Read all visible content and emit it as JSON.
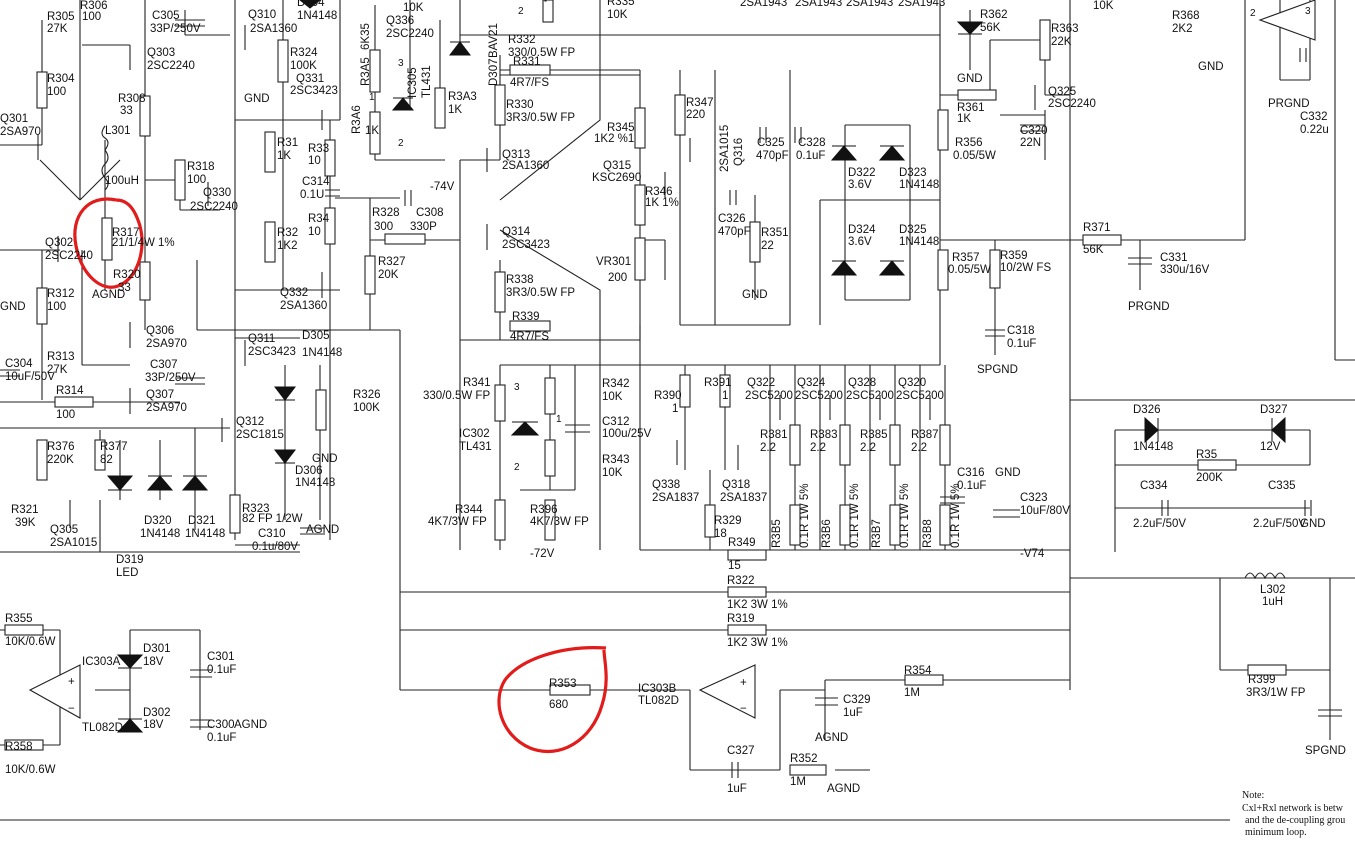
{
  "labels": [
    {
      "k": "R305",
      "v": "27K"
    },
    {
      "k": "R306",
      "v": "100"
    },
    {
      "k": "C305",
      "v": "33P/250V"
    },
    {
      "k": "Q310",
      "v": "2SA1360"
    },
    {
      "k": "D304",
      "v": "1N4148"
    },
    {
      "k": "Q336",
      "v": "2SC2240"
    },
    {
      "k": "R304",
      "v": "100"
    },
    {
      "k": "Q303",
      "v": "2SC2240"
    },
    {
      "k": "R308",
      "v": "33"
    },
    {
      "k": "L301",
      "v": "100uH"
    },
    {
      "k": "Q301",
      "v": "2SA970"
    },
    {
      "k": "R318",
      "v": "100"
    },
    {
      "k": "Q330",
      "v": "2SC2240"
    },
    {
      "k": "R317",
      "v": "21/1/4W 1%"
    },
    {
      "k": "Q302",
      "v": "2SC2240"
    },
    {
      "k": "R320",
      "v": "33"
    },
    {
      "k": "R312",
      "v": "100"
    },
    {
      "k": "Q306",
      "v": "2SA970"
    },
    {
      "k": "C307",
      "v": "33P/250V"
    },
    {
      "k": "R313",
      "v": "27K"
    },
    {
      "k": "C304",
      "v": "10uF/50V"
    },
    {
      "k": "R314",
      "v": "100"
    },
    {
      "k": "Q307",
      "v": "2SA970"
    },
    {
      "k": "R376",
      "v": "220K"
    },
    {
      "k": "R377",
      "v": "82"
    },
    {
      "k": "R321",
      "v": "39K"
    },
    {
      "k": "Q305",
      "v": "2SA1015"
    },
    {
      "k": "D319",
      "v": "LED"
    },
    {
      "k": "D320",
      "v": "1N4148"
    },
    {
      "k": "D321",
      "v": "1N4148"
    },
    {
      "k": "R324",
      "v": "100K"
    },
    {
      "k": "Q331",
      "v": "2SC3423"
    },
    {
      "k": "R31",
      "v": "1K"
    },
    {
      "k": "R32",
      "v": "1K2"
    },
    {
      "k": "R33",
      "v": "10"
    },
    {
      "k": "C314",
      "v": "0.1U"
    },
    {
      "k": "R34",
      "v": "10"
    },
    {
      "k": "Q332",
      "v": "2SA1360"
    },
    {
      "k": "Q311",
      "v": "2SC3423"
    },
    {
      "k": "D305",
      "v": "1N4148"
    },
    {
      "k": "Q312",
      "v": "2SC1815"
    },
    {
      "k": "D306",
      "v": "1N4148"
    },
    {
      "k": "R323",
      "v": "82 FP 1/2W"
    },
    {
      "k": "C310",
      "v": "0.1u/80V"
    },
    {
      "k": "R326",
      "v": "100K"
    },
    {
      "k": "R3A5",
      "v": "6K35"
    },
    {
      "k": "R3A6",
      "v": "1K"
    },
    {
      "k": "IC305",
      "v": "TL431"
    },
    {
      "k": "R3A3",
      "v": "1K"
    },
    {
      "k": "D307",
      "v": "BAV21"
    },
    {
      "k": "R328",
      "v": "300"
    },
    {
      "k": "C308",
      "v": "330P"
    },
    {
      "k": "R327",
      "v": "20K"
    },
    {
      "k": "R332",
      "v": "330/0.5W FP"
    },
    {
      "k": "R331",
      "v": "4R7/FS"
    },
    {
      "k": "R330",
      "v": "3R3/0.5W FP"
    },
    {
      "k": "Q313",
      "v": "2SA1360"
    },
    {
      "k": "Q314",
      "v": "2SC3423"
    },
    {
      "k": "R338",
      "v": "3R3/0.5W FP"
    },
    {
      "k": "R339",
      "v": "4R7/FS"
    },
    {
      "k": "R335",
      "v": "10K"
    },
    {
      "k": "R345",
      "v": "1K2 %1"
    },
    {
      "k": "R347",
      "v": "220"
    },
    {
      "k": "Q316",
      "v": "2SA1015"
    },
    {
      "k": "Q315",
      "v": "KSC2690"
    },
    {
      "k": "R346",
      "v": "1K 1%"
    },
    {
      "k": "VR301",
      "v": "200"
    },
    {
      "k": "C325",
      "v": "470pF"
    },
    {
      "k": "C328",
      "v": "0.1uF"
    },
    {
      "k": "C326",
      "v": "470pF"
    },
    {
      "k": "R351",
      "v": "22"
    },
    {
      "k": "R341",
      "v": "330/0.5W FP"
    },
    {
      "k": "IC302",
      "v": "TL431"
    },
    {
      "k": "R342",
      "v": "10K"
    },
    {
      "k": "C312",
      "v": "100u/25V"
    },
    {
      "k": "R343",
      "v": "10K"
    },
    {
      "k": "R344",
      "v": "4K7/3W FP"
    },
    {
      "k": "R396",
      "v": "4K7/3W FP"
    },
    {
      "k": "R390",
      "v": "1"
    },
    {
      "k": "R391",
      "v": "1"
    },
    {
      "k": "Q322",
      "v": "2SC5200"
    },
    {
      "k": "Q324",
      "v": "2SC5200"
    },
    {
      "k": "Q328",
      "v": "2SC5200"
    },
    {
      "k": "Q320",
      "v": "2SC5200"
    },
    {
      "k": "R381",
      "v": "2.2"
    },
    {
      "k": "R383",
      "v": "2.2"
    },
    {
      "k": "R385",
      "v": "2.2"
    },
    {
      "k": "R387",
      "v": "2.2"
    },
    {
      "k": "Q338",
      "v": "2SA1837"
    },
    {
      "k": "Q318",
      "v": "2SA1837"
    },
    {
      "k": "R329",
      "v": "18"
    },
    {
      "k": "R349",
      "v": "15"
    },
    {
      "k": "R3B5",
      "v": "0.1R 1W 5%"
    },
    {
      "k": "R3B6",
      "v": "0.1R 1W 5%"
    },
    {
      "k": "R3B7",
      "v": "0.1R 1W 5%"
    },
    {
      "k": "R3B8",
      "v": "0.1R 1W 5%"
    },
    {
      "k": "C316",
      "v": "0.1uF"
    },
    {
      "k": "C323",
      "v": "10uF/80V"
    },
    {
      "k": "D322",
      "v": "3.6V"
    },
    {
      "k": "D323",
      "v": "1N4148"
    },
    {
      "k": "D324",
      "v": "3.6V"
    },
    {
      "k": "D325",
      "v": "1N4148"
    },
    {
      "k": "R357",
      "v": "0.05/5W"
    },
    {
      "k": "R359",
      "v": "10/2W FS"
    },
    {
      "k": "C318",
      "v": "0.1uF"
    },
    {
      "k": "R362",
      "v": "56K"
    },
    {
      "k": "R363",
      "v": "22K"
    },
    {
      "k": "R361",
      "v": "1K"
    },
    {
      "k": "Q325",
      "v": "2SC2240"
    },
    {
      "k": "R356",
      "v": "0.05/5W"
    },
    {
      "k": "C320",
      "v": "22N"
    },
    {
      "k": "R371",
      "v": "56K"
    },
    {
      "k": "C331",
      "v": "330u/16V"
    },
    {
      "k": "R368",
      "v": "2K2"
    },
    {
      "k": "C332",
      "v": "0.22u"
    },
    {
      "k": "D326",
      "v": "1N4148"
    },
    {
      "k": "D327",
      "v": "12V"
    },
    {
      "k": "R35",
      "v": "200K"
    },
    {
      "k": "C334",
      "v": "2.2uF/50V"
    },
    {
      "k": "C335",
      "v": "2.2uF/50V"
    },
    {
      "k": "R322",
      "v": "1K2 3W 1%"
    },
    {
      "k": "R319",
      "v": "1K2 3W 1%"
    },
    {
      "k": "L302",
      "v": "1uH"
    },
    {
      "k": "R399",
      "v": "3R3/1W FP"
    },
    {
      "k": "R355",
      "v": "10K/0.6W"
    },
    {
      "k": "D301",
      "v": "18V"
    },
    {
      "k": "C301",
      "v": "0.1uF"
    },
    {
      "k": "IC303A",
      "v": "TL082D"
    },
    {
      "k": "D302",
      "v": "18V"
    },
    {
      "k": "C300",
      "v": "0.1uF"
    },
    {
      "k": "R358",
      "v": "10K/0.6W"
    },
    {
      "k": "R353",
      "v": "680"
    },
    {
      "k": "IC303B",
      "v": "TL082D"
    },
    {
      "k": "R354",
      "v": "1M"
    },
    {
      "k": "C329",
      "v": "1uF"
    },
    {
      "k": "C327",
      "v": "1uF"
    },
    {
      "k": "R352",
      "v": "1M"
    }
  ],
  "nets": {
    "gnd": "GND",
    "agnd": "AGND",
    "prgnd": "PRGND",
    "spgnd": "SPGND",
    "neg72": "-72V",
    "neg74": "-74V",
    "negv74": "-V74",
    "top_10k": "10K",
    "top_10k_b": "10K",
    "top_2sa": "2SA1943"
  },
  "note": {
    "title": "Note:",
    "line1": "Cxl+Rxl network is betw",
    "line2": "and the de-coupling grou",
    "line3": "minimum loop."
  },
  "misc": {
    "opamp_plus": "+",
    "opamp_minus": "−",
    "pin1": "1",
    "pin2": "2",
    "pin3": "3"
  }
}
